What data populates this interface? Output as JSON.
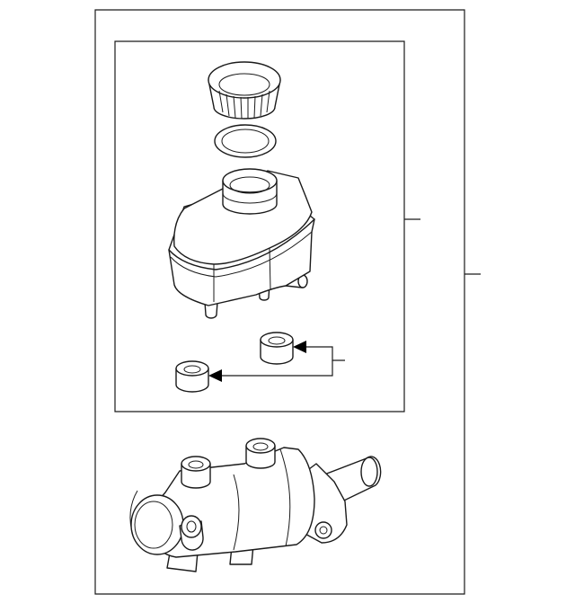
{
  "diagram": {
    "type": "exploded-parts-view",
    "colors": {
      "line": "#1a1a1a",
      "background": "#ffffff",
      "arrowhead": "#000000"
    },
    "components": [
      {
        "name": "reservoir-cap",
        "count": 1
      },
      {
        "name": "cap-gasket",
        "count": 1
      },
      {
        "name": "fluid-reservoir",
        "count": 1
      },
      {
        "name": "reservoir-grommet",
        "count": 2
      },
      {
        "name": "master-cylinder-body",
        "count": 1
      }
    ],
    "callouts": [
      {
        "name": "reservoir-assembly-callout",
        "points_to": "fluid-reservoir"
      },
      {
        "name": "master-cylinder-assembly-callout",
        "points_to": "master-cylinder-body"
      },
      {
        "name": "grommet-callout",
        "points_to": "reservoir-grommet",
        "arrows": 2
      }
    ]
  }
}
